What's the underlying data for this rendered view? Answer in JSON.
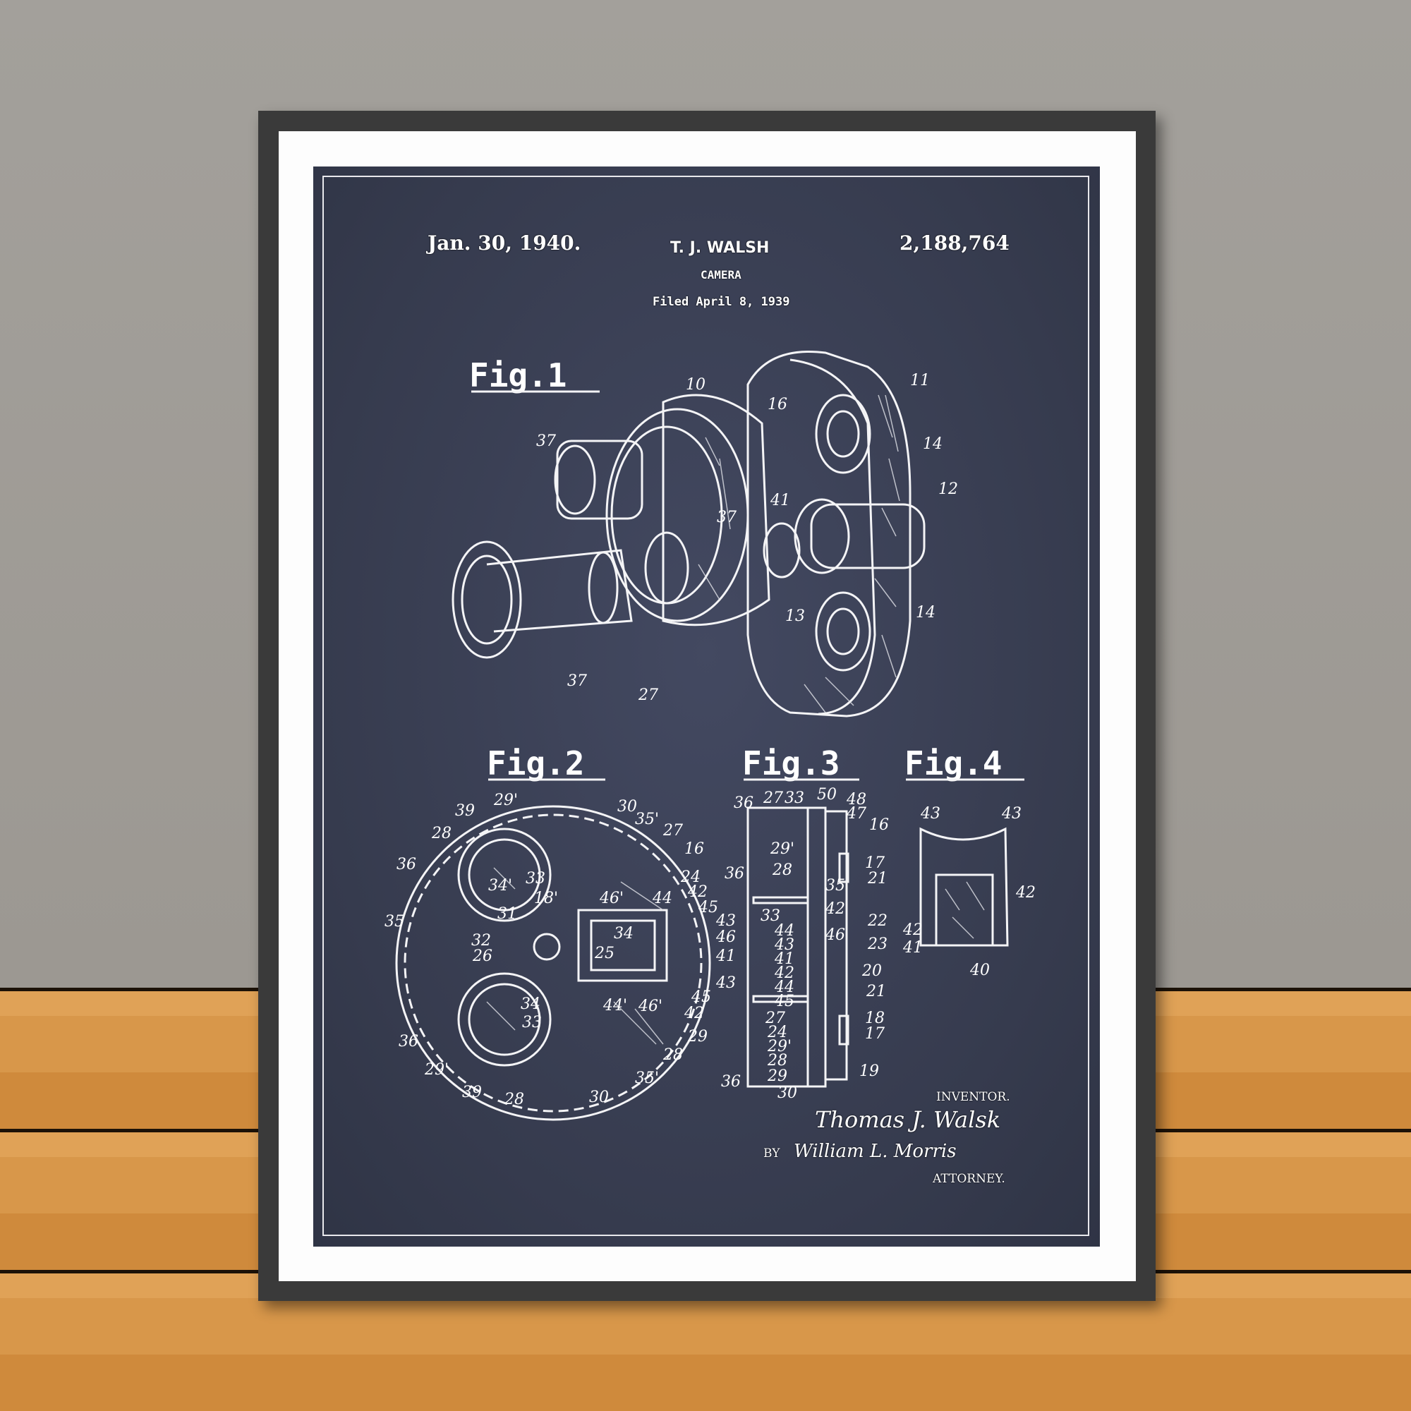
{
  "header": {
    "date": "Jan. 30, 1940.",
    "inventor": "T. J. WALSH",
    "title": "CAMERA",
    "filed": "Filed April 8, 1939",
    "patent_number": "2,188,764"
  },
  "figures": {
    "fig1": "Fig.1",
    "fig2": "Fig.2",
    "fig3": "Fig.3",
    "fig4": "Fig.4"
  },
  "fig1_labels": [
    "10",
    "16",
    "11",
    "37",
    "14",
    "12",
    "37",
    "41",
    "13",
    "14",
    "37",
    "27"
  ],
  "fig2_labels": [
    "39",
    "29'",
    "30",
    "35'",
    "27",
    "28",
    "16",
    "36",
    "34'",
    "33",
    "24",
    "18'",
    "44",
    "42",
    "45",
    "35",
    "31",
    "46'",
    "43",
    "46",
    "32",
    "26",
    "34",
    "25",
    "41",
    "43",
    "34",
    "44'",
    "46'",
    "45",
    "42",
    "33",
    "29",
    "36",
    "28",
    "29'",
    "39",
    "28",
    "30",
    "35'"
  ],
  "fig3_labels": [
    "36",
    "27",
    "33",
    "50",
    "48",
    "47",
    "16",
    "29'",
    "28",
    "36",
    "17",
    "21",
    "35",
    "33",
    "42",
    "22",
    "44",
    "43",
    "46",
    "23",
    "41",
    "42",
    "20",
    "44",
    "45",
    "21",
    "27",
    "24",
    "29'",
    "28",
    "18",
    "17",
    "36",
    "29",
    "30",
    "19"
  ],
  "fig4_labels": [
    "43",
    "43",
    "42",
    "42",
    "41",
    "40"
  ],
  "signature": {
    "inventor_label": "INVENTOR.",
    "inventor_sig": "Thomas J. Walsk",
    "by": "BY",
    "attorney_sig": "William L. Morris",
    "attorney_label": "ATTORNEY."
  },
  "colors": {
    "print": "#3a3f52",
    "line": "#ffffff",
    "wall": "#a19d98",
    "floor": "#d8974a",
    "frame": "#3a3a3a"
  }
}
